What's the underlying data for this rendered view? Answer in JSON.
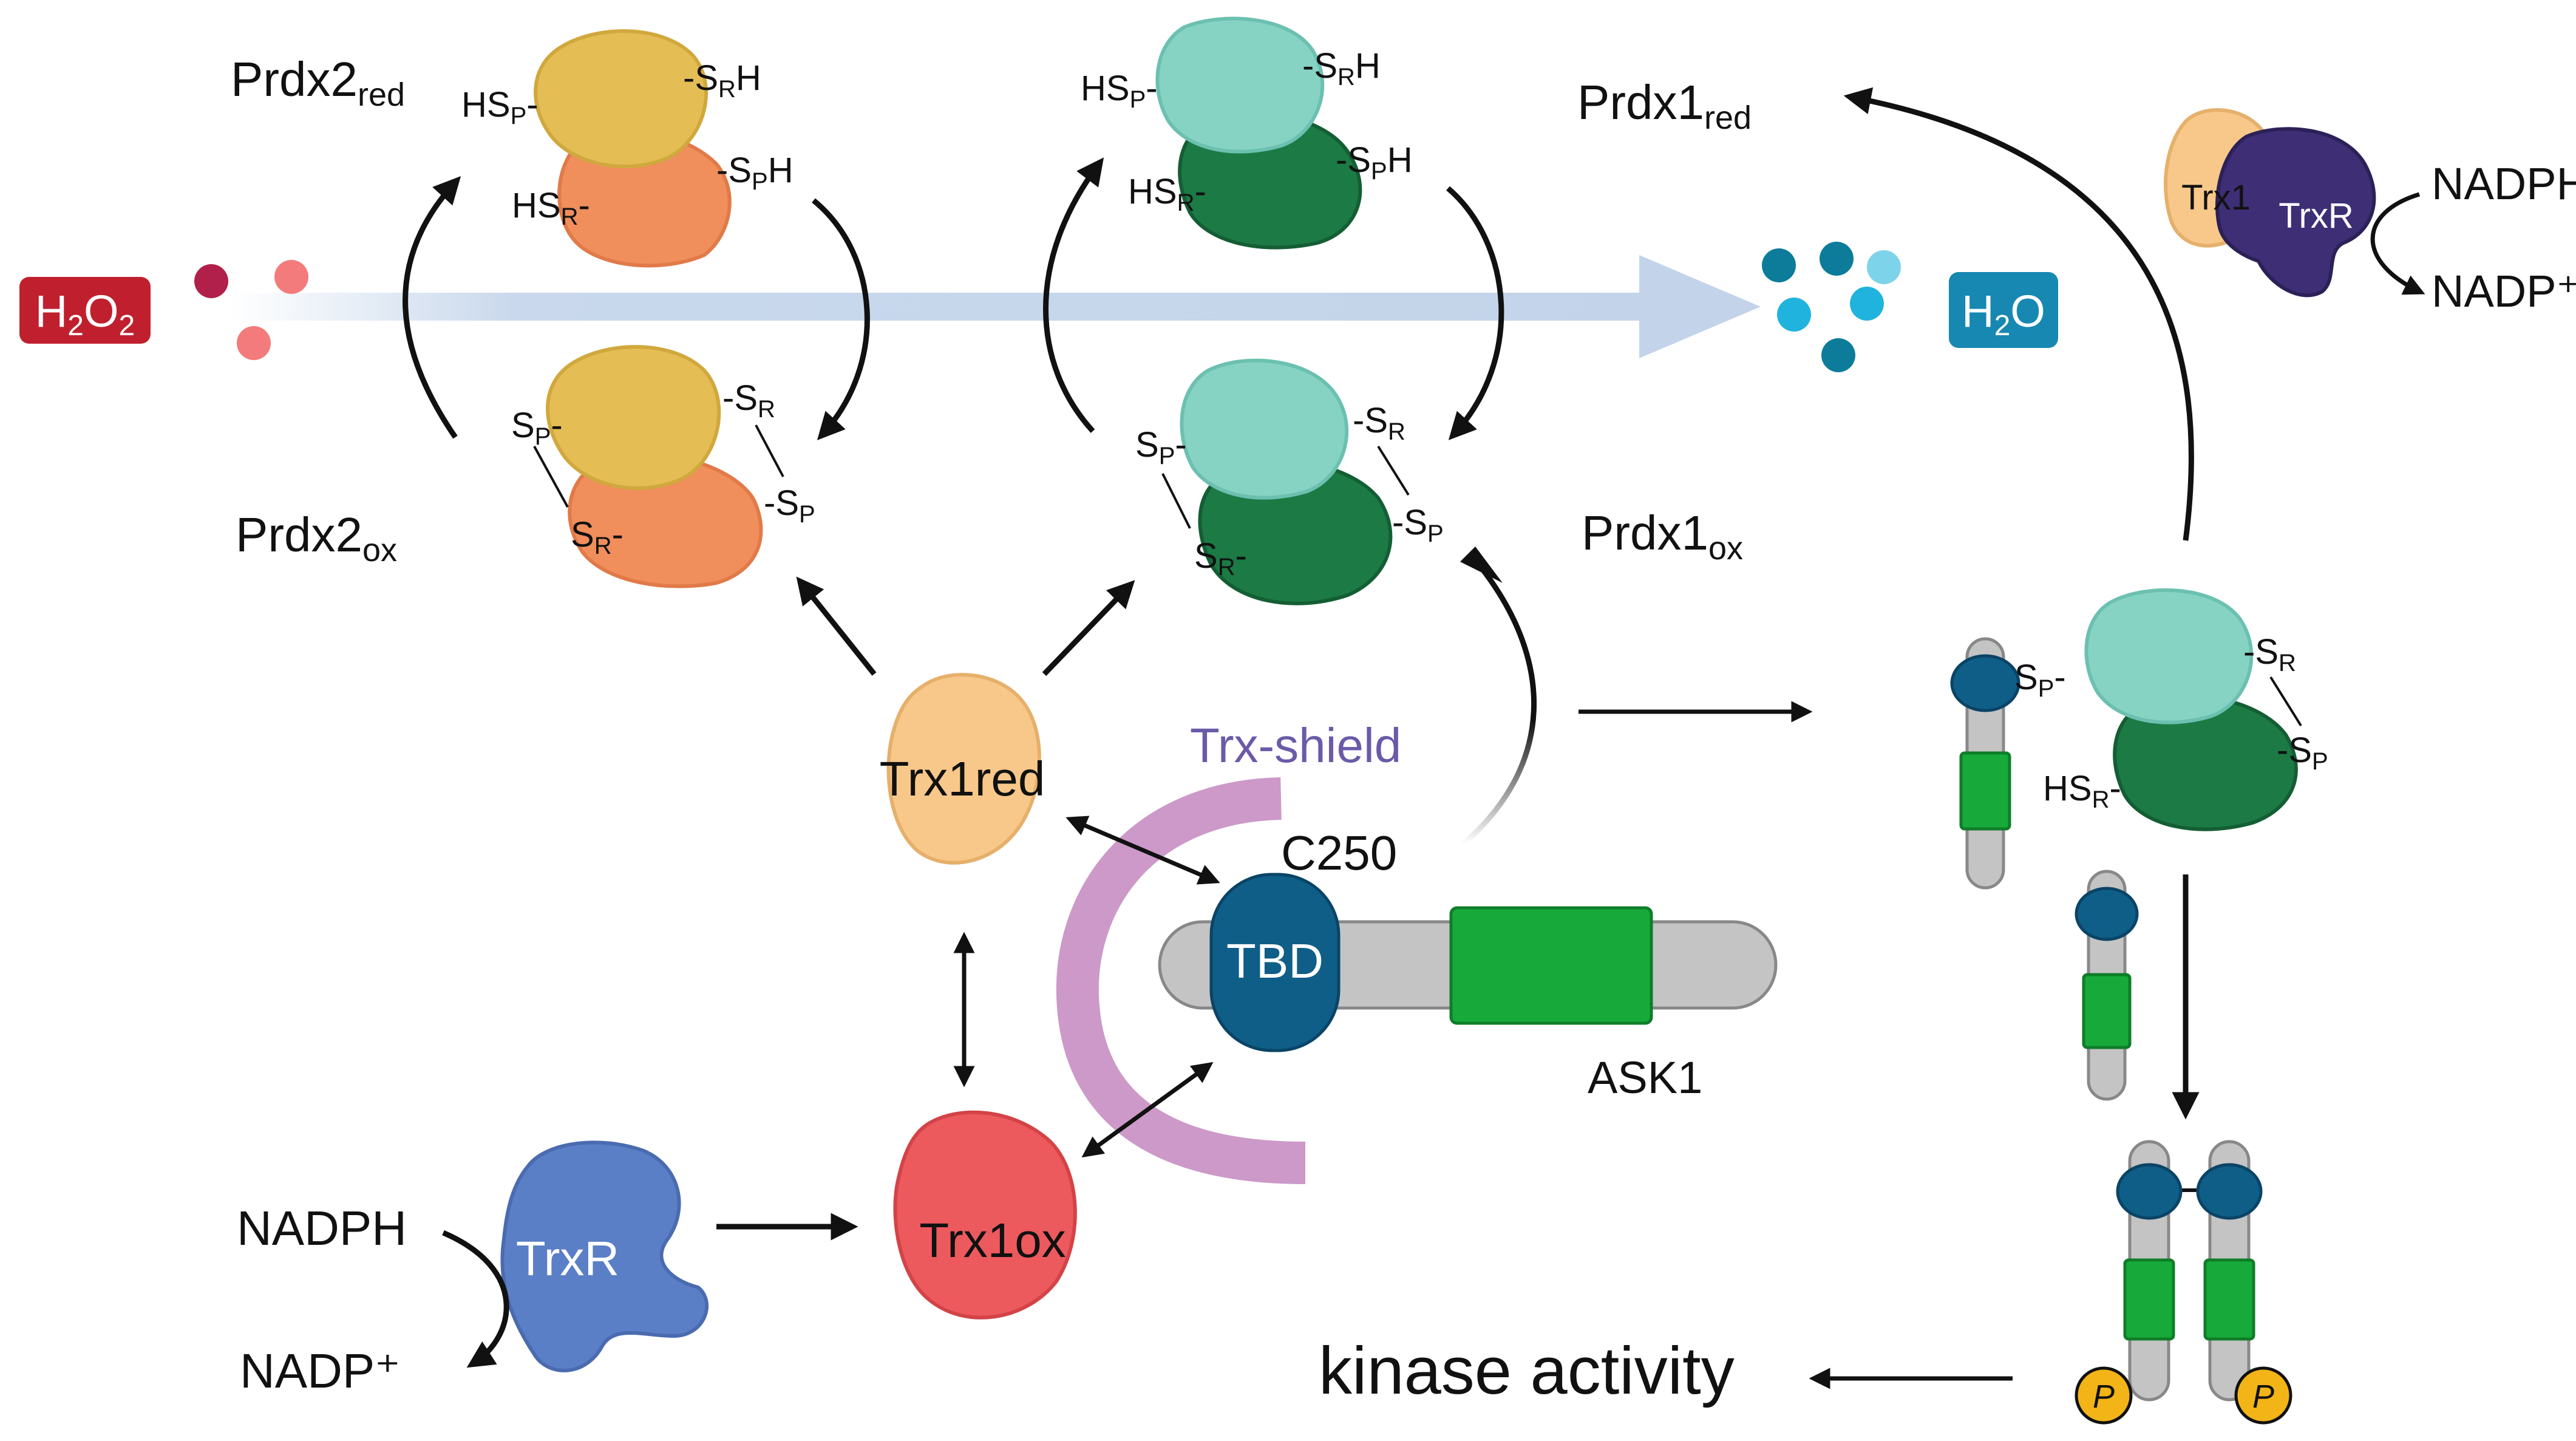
{
  "colors": {
    "h2o2_badge": "#c0202e",
    "h2o_badge": "#1688b2",
    "flow_arrow": "#c3d4ea",
    "prdx2_light": "#e5bd55",
    "prdx2_dark": "#f08e5c",
    "prdx1_light": "#86d3c4",
    "prdx1_dark": "#1c7a45",
    "trx_red": "#f8c88a",
    "trx_ox": "#ec5a5e",
    "trxR_blue": "#5b7fc6",
    "trxR_navy": "#3d2e76",
    "tbd": "#0f5e87",
    "ask1_body": "#c4c4c4",
    "ask1_kinase": "#17aa3a",
    "shield": "#cc99c8",
    "phospho": "#f2b417"
  },
  "labels": {
    "h2o2": {
      "main": "H",
      "sub1": "2",
      "mid": "O",
      "sub2": "2"
    },
    "h2o": {
      "main": "H",
      "sub": "2",
      "tail": "O"
    },
    "prdx2_red": {
      "main": "Prdx2",
      "sub": "red"
    },
    "prdx2_ox": {
      "main": "Prdx2",
      "sub": "ox"
    },
    "prdx1_red": {
      "main": "Prdx1",
      "sub": "red"
    },
    "prdx1_ox": {
      "main": "Prdx1",
      "sub": "ox"
    },
    "trx1red": "Trx1red",
    "trx1ox": "Trx1ox",
    "trxr": "TrxR",
    "trx1_small": "Trx1",
    "trxr_small": "TrxR",
    "trx_shield": "Trx-shield",
    "c250": "C250",
    "tbd": "TBD",
    "ask1": "ASK1",
    "nadph_bottom": "NADPH",
    "nadp_bottom": "NADP⁺",
    "nadph_top": "NADPH",
    "nadp_top": "NADP⁺",
    "kinase_activity": "kinase activity",
    "phospho_symbol": "P"
  },
  "cysteines": {
    "hs_p_a": "HS",
    "hs_p_b": "P",
    "hs_p_c": "-",
    "s_r_h_a": "-S",
    "s_r_h_b": "R",
    "s_r_h_c": "H",
    "hs_r_a": "HS",
    "hs_r_b": "R",
    "hs_r_c": "-",
    "s_p_h_a": "-S",
    "s_p_h_b": "P",
    "s_p_h_c": "H",
    "s_p_dash_a": "S",
    "s_p_dash_b": "P",
    "s_p_dash_c": "-",
    "dash_s_r_a": "-S",
    "dash_s_r_b": "R",
    "s_r_dash_a": "S",
    "s_r_dash_b": "R",
    "s_r_dash_c": "-",
    "dash_s_p_a": "-S",
    "dash_s_p_b": "P"
  }
}
